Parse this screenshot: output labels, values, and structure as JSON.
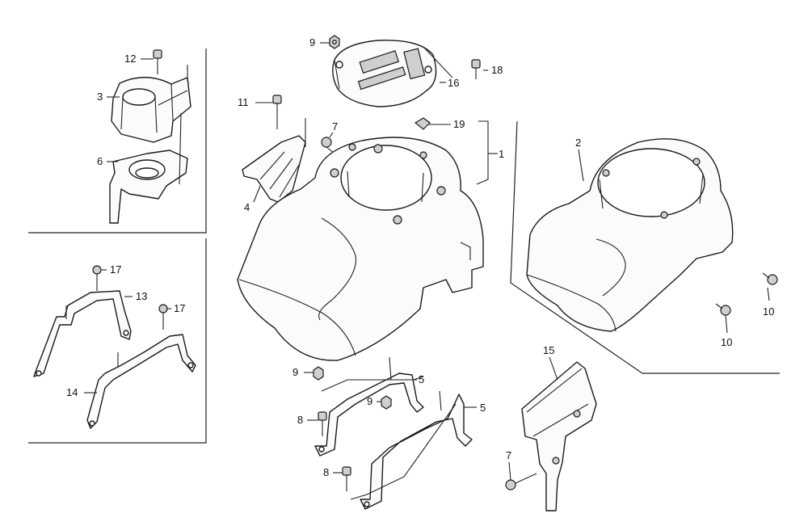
{
  "callouts": {
    "c1": "1",
    "c2": "2",
    "c3": "3",
    "c4": "4",
    "c5a": "5",
    "c5b": "5",
    "c6": "6",
    "c7a": "7",
    "c7b": "7",
    "c8a": "8",
    "c8b": "8",
    "c9a": "9",
    "c9b": "9",
    "c9c": "9",
    "c10a": "10",
    "c10b": "10",
    "c11": "11",
    "c12": "12",
    "c13": "13",
    "c14": "14",
    "c15": "15",
    "c16": "16",
    "c17a": "17",
    "c17b": "17",
    "c18": "18",
    "c19": "19"
  },
  "colors": {
    "line": "#1a1a1a",
    "background": "#ffffff"
  }
}
